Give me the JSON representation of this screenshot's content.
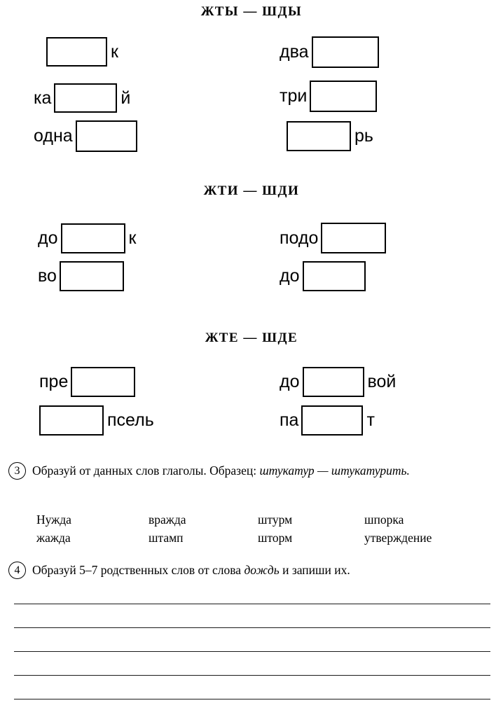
{
  "worksheet": {
    "language": "ru",
    "sections": [
      {
        "id": "section-zhty-shdy",
        "header": "ЖТЫ — ШДЫ",
        "left_rows": [
          {
            "pre": "",
            "post": "к"
          },
          {
            "pre": "ка",
            "post": "й"
          },
          {
            "pre": "одна",
            "post": ""
          }
        ],
        "right_rows": [
          {
            "pre": "два",
            "post": ""
          },
          {
            "pre": "три",
            "post": ""
          },
          {
            "pre": "",
            "post": "рь"
          }
        ]
      },
      {
        "id": "section-zhti-shdi",
        "header": "ЖТИ — ШДИ",
        "left_rows": [
          {
            "pre": "до",
            "post": "к"
          },
          {
            "pre": "во",
            "post": ""
          }
        ],
        "right_rows": [
          {
            "pre": "подо",
            "post": ""
          },
          {
            "pre": "до",
            "post": ""
          }
        ]
      },
      {
        "id": "section-zhte-shde",
        "header": "ЖТЕ — ШДЕ",
        "left_rows": [
          {
            "pre": "пре",
            "post": ""
          },
          {
            "pre": "",
            "post": "псель"
          }
        ],
        "right_rows": [
          {
            "pre": "до",
            "post": "вой"
          },
          {
            "pre": "па",
            "post": "т"
          }
        ]
      }
    ],
    "exercise3": {
      "number": "3",
      "text_part1": "Образуй от данных слов глаголы. Образец: ",
      "example_italic": "штукатур — штукатурить.",
      "words": [
        [
          "Нужда",
          "вражда",
          "штурм",
          "шпорка"
        ],
        [
          "жажда",
          "штамп",
          "шторм",
          "утверждение"
        ]
      ]
    },
    "exercise4": {
      "number": "4",
      "text_part1": "Образуй 5–7 родственных слов от слова ",
      "keyword_italic": "дождь",
      "text_part2": " и запиши их."
    },
    "answer_lines_count": 5
  },
  "colors": {
    "ink": "#000000",
    "paper": "#ffffff",
    "line": "#1a1a1a"
  }
}
